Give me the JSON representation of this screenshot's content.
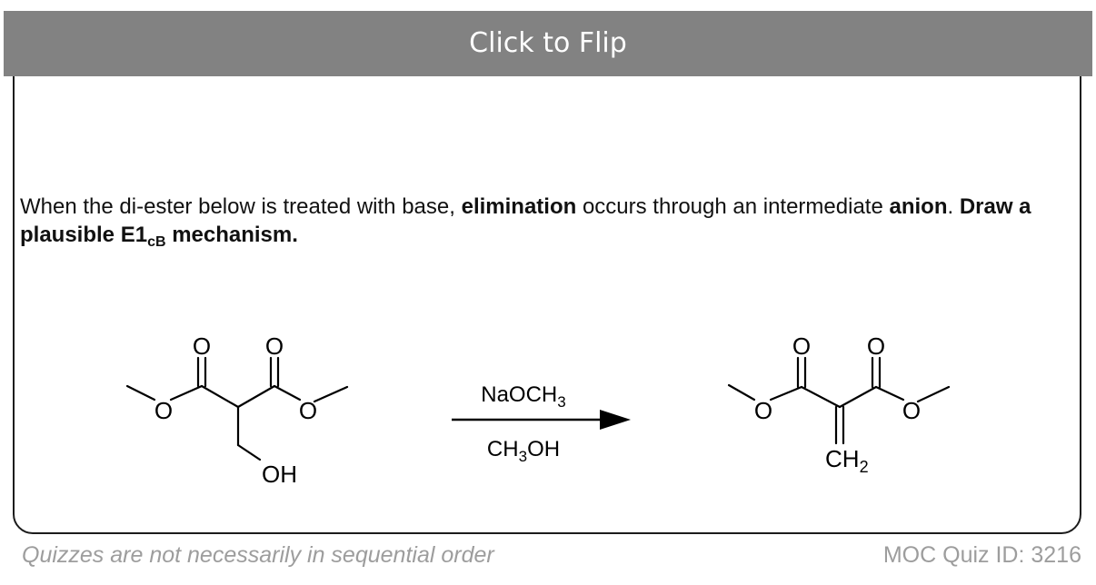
{
  "flip": {
    "label": "Click to Flip"
  },
  "question": {
    "part1": "When the di-ester below is treated with base,",
    "bold1": "elimination",
    "part2": "occurs through an intermediate",
    "bold2": "anion",
    "part3": ".",
    "bold3": "Draw a plausible E1",
    "sub": "cB",
    "bold4": "mechanism."
  },
  "scheme": {
    "reactant_atoms": {
      "o_top_left": "O",
      "o_top_right": "O",
      "o_ester_left": "O",
      "o_ester_right": "O",
      "oh": "OH"
    },
    "reagent_top": {
      "main": "NaOCH",
      "sub": "3"
    },
    "reagent_bottom": {
      "pre": "CH",
      "sub": "3",
      "post": "OH"
    },
    "product_atoms": {
      "o_top_left": "O",
      "o_top_right": "O",
      "o_ester_left": "O",
      "o_ester_right": "O",
      "ch2_main": "CH",
      "ch2_sub": "2"
    }
  },
  "footer": {
    "note": "Quizzes are not necessarily in sequential order",
    "quiz_id": "MOC Quiz ID: 3216"
  }
}
